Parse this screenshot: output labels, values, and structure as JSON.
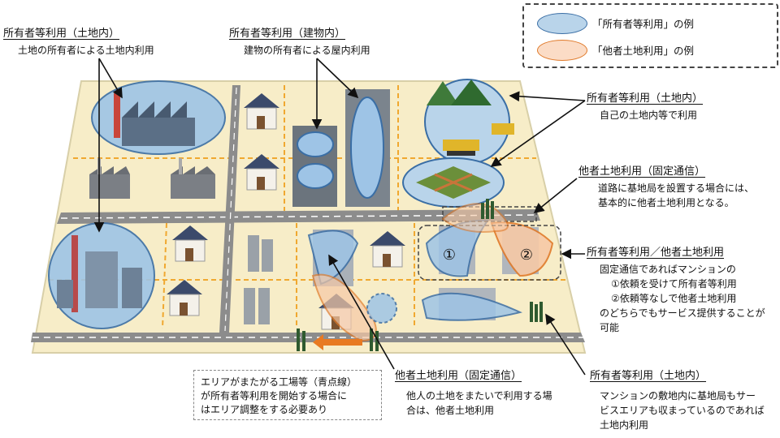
{
  "legend": {
    "owner_label": "「所有者等利用」の例",
    "owner_color": "#b9d4ea",
    "other_label": "「他者土地利用」の例",
    "other_color": "#fbdcc6"
  },
  "callouts": {
    "c1": {
      "heading": "所有者等利用（土地内）",
      "lines": [
        "土地の所有者による土地内利用"
      ]
    },
    "c2": {
      "heading": "所有者等利用（建物内）",
      "lines": [
        "建物の所有者による屋内利用"
      ]
    },
    "c3": {
      "heading": "所有者等利用（土地内）",
      "lines": [
        "自己の土地内等で利用"
      ]
    },
    "c4": {
      "heading": "他者土地利用（固定通信）",
      "lines": [
        "道路に基地局を設置する場合には、",
        "基本的に他者土地利用となる。"
      ]
    },
    "c5": {
      "heading": "所有者等利用／他者土地利用",
      "lines": [
        "固定通信であればマンションの",
        "①依頼を受けて所有者等利用",
        "②依頼等なしで他者土地利用",
        "のどちらでもサービス提供することが",
        "可能"
      ]
    },
    "c6": {
      "heading": "他者土地利用（固定通信）",
      "lines": [
        "他人の土地をまたいで利用する場",
        "合は、他者土地利用"
      ]
    },
    "c7": {
      "heading": "所有者等利用（土地内）",
      "lines": [
        "マンションの敷地内に基地局もサー",
        "ビスエリアも収まっているのであれば",
        "土地内利用"
      ]
    }
  },
  "note_box": {
    "lines": [
      "エリアがまたがる工場等（青点線）",
      "が所有者等利用を開始する場合に",
      "はエリア調整をする必要あり"
    ]
  },
  "markers": {
    "m1": "①",
    "m2": "②"
  },
  "icons": [
    "factory-icon",
    "house-icon",
    "building-icon",
    "apartment-icon",
    "bulldozer-icon",
    "excavator-icon",
    "farm-field-icon",
    "antenna-icon",
    "arrow-icon"
  ]
}
